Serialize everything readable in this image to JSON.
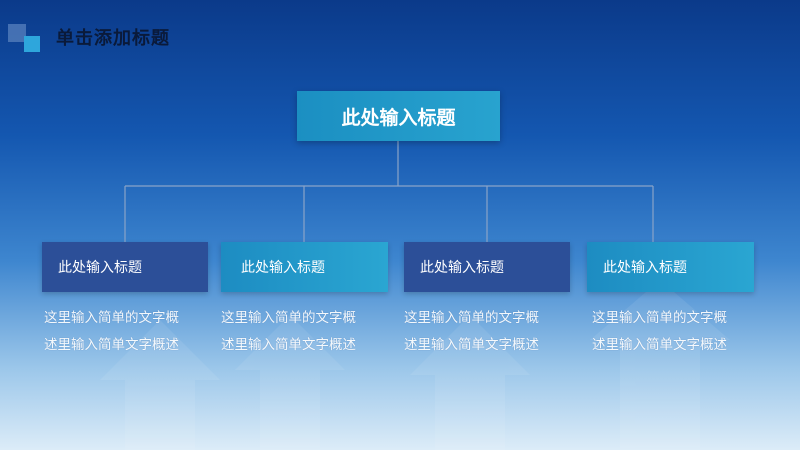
{
  "slide": {
    "title": "单击添加标题",
    "logo_icon": "stacked-squares-icon"
  },
  "diagram": {
    "root": {
      "label": "此处输入标题"
    },
    "children": [
      {
        "label": "此处输入标题",
        "desc_line1": "这里输入简单的文字概",
        "desc_line2": "述里输入简单文字概述"
      },
      {
        "label": "此处输入标题",
        "desc_line1": "这里输入简单的文字概",
        "desc_line2": "述里输入简单文字概述"
      },
      {
        "label": "此处输入标题",
        "desc_line1": "这里输入简单的文字概",
        "desc_line2": "述里输入简单文字概述"
      },
      {
        "label": "此处输入标题",
        "desc_line1": "这里输入简单的文字概",
        "desc_line2": "述里输入简单文字概述"
      }
    ]
  },
  "colors": {
    "background_top": "#0b3a8a",
    "background_bottom": "#dcecf8",
    "root_box": "#1b8fc2",
    "child_dark": "#2c4f98",
    "child_light": "#1d8cc2",
    "connector": "#8aa4c8"
  }
}
